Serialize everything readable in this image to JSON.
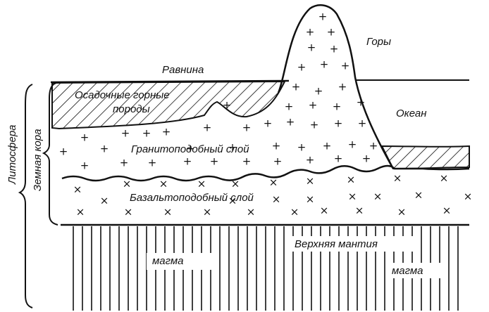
{
  "labels": {
    "mountains": "Горы",
    "plain": "Равнина",
    "ocean": "Океан",
    "sedimentary": [
      "Осадочные горные",
      "породы"
    ],
    "granite": "Гранитоподобный слой",
    "basalt": "Базальтоподобный слой",
    "upper_mantle": "Верхняя мантия",
    "magma_left": "магма",
    "magma_right": "магма",
    "lithosphere": "Литосфера",
    "crust": "Земная кора"
  },
  "symbols": {
    "granite_marker": "+",
    "basalt_marker": "×"
  },
  "colors": {
    "ink": "#111111",
    "background": "#ffffff"
  }
}
